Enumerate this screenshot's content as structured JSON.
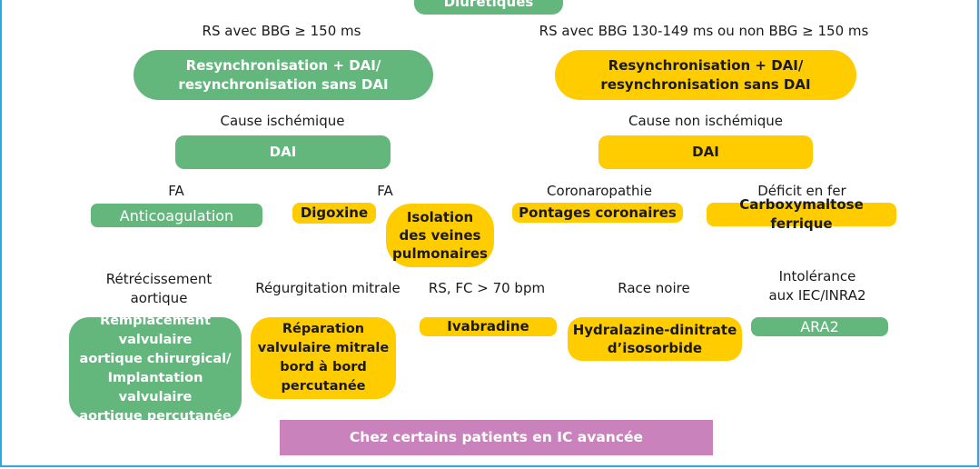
{
  "top_box": {
    "label": "Diurétiques"
  },
  "row1": {
    "left_condition": "RS avec BBG ≥ 150 ms",
    "right_condition": "RS avec BBG 130-149 ms ou non BBG ≥ 150 ms",
    "left_box": "Resynchronisation + DAI/\nresynchronisation sans DAI",
    "right_box": "Resynchronisation + DAI/\nresynchronisation sans DAI"
  },
  "row2": {
    "left_condition": "Cause ischémique",
    "right_condition": "Cause non ischémique",
    "left_box": "DAI",
    "right_box": "DAI"
  },
  "row3": {
    "cond_fa_1": "FA",
    "cond_fa_2": "FA",
    "cond_coronaro": "Coronaropathie",
    "cond_fer": "Déficit en fer",
    "box_anticoag": "Anticoagulation",
    "box_digoxine": "Digoxine",
    "box_isolation": "Isolation\ndes veines\npulmonaires",
    "box_pontages": "Pontages coronaires",
    "box_carboxy": "Carboxymaltose ferrique"
  },
  "row4": {
    "cond_retrecissement": "Rétrécissement\naortique",
    "cond_regurgitation": "Régurgitation mitrale",
    "cond_rs_fc": "RS, FC > 70 bpm",
    "cond_race": "Race noire",
    "cond_intolerance": "Intolérance\naux IEC/INRA2",
    "box_remplacement": "Remplacement\nvalvulaire\naortique chirurgical/\nImplantation valvulaire\naortique percutanée",
    "box_reparation": "Réparation\nvalvulaire mitrale\nbord à bord\npercutanée",
    "box_ivabradine": "Ivabradine",
    "box_hydralazine": "Hydralazine-dinitrate\nd’isosorbide",
    "box_ara2": "ARA2"
  },
  "bottom_box": {
    "label": "Chez certains patients en IC avancée"
  },
  "colors": {
    "green": "#63b77d",
    "yellow": "#ffcc00",
    "pink": "#c982bb",
    "border": "#29abe2"
  }
}
